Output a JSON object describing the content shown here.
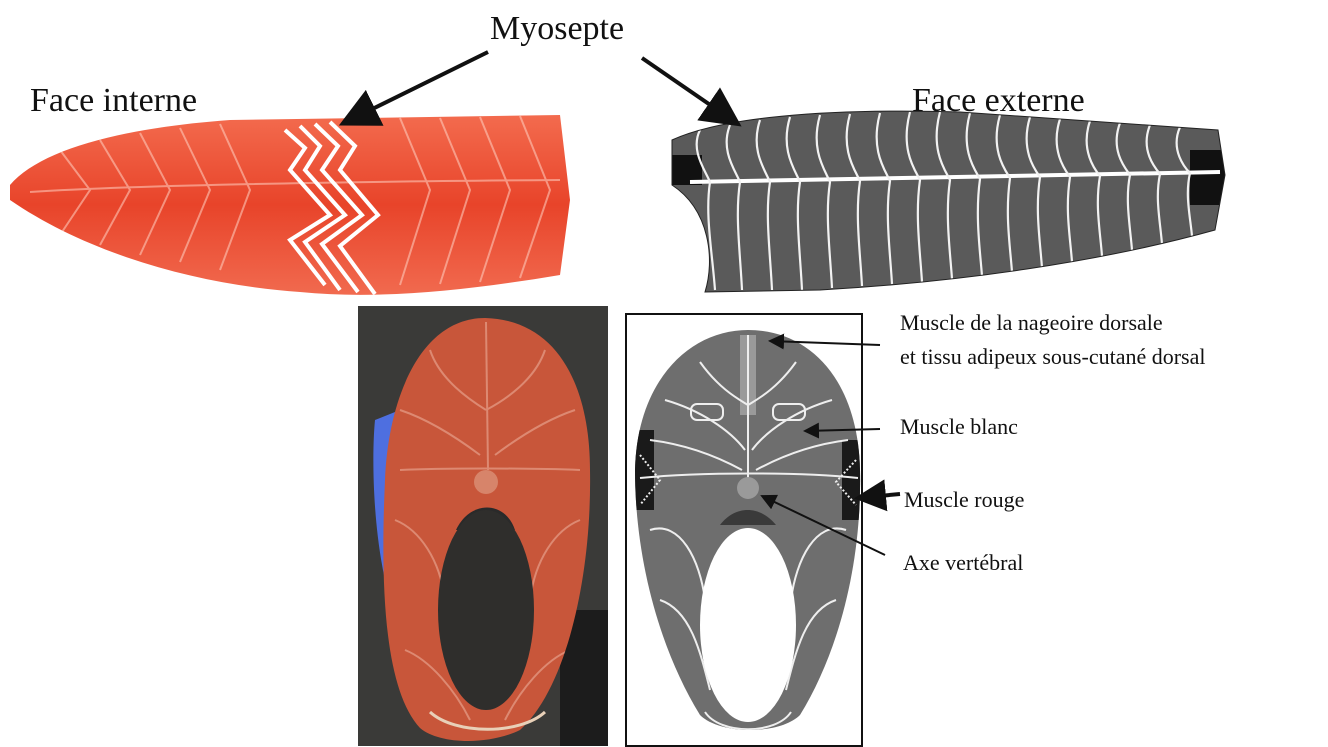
{
  "labels": {
    "myosepte": "Myosepte",
    "face_interne": "Face interne",
    "face_externe": "Face externe",
    "dorsal_line1": "Muscle de la nageoire dorsale",
    "dorsal_line2": "et tissu adipeux sous-cutané dorsal",
    "muscle_blanc": "Muscle blanc",
    "muscle_rouge": "Muscle rouge",
    "axe_vertebral": "Axe vertébral"
  },
  "colors": {
    "salmon_flesh": "#e8442a",
    "salmon_light": "#f0644a",
    "steak_flesh": "#c8563a",
    "steak_background": "#3a3a38",
    "skin_blue": "#4e6fe0",
    "myosepte_white": "#ffffff",
    "schematic_gray": "#6e6e6e",
    "schematic_dark": "#1a1a1a",
    "text": "#111111"
  }
}
